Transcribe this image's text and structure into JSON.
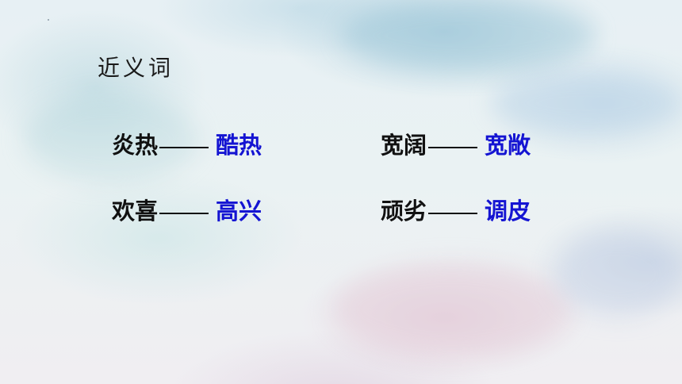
{
  "slide": {
    "heading": "近义词",
    "pairs": [
      {
        "word": "炎热",
        "answer": "酷热"
      },
      {
        "word": "宽阔",
        "answer": "宽敞"
      },
      {
        "word": "欢喜",
        "answer": "高兴"
      },
      {
        "word": "顽劣",
        "answer": "调皮"
      }
    ]
  },
  "colors": {
    "word": "#111111",
    "answer": "#1414d2"
  }
}
